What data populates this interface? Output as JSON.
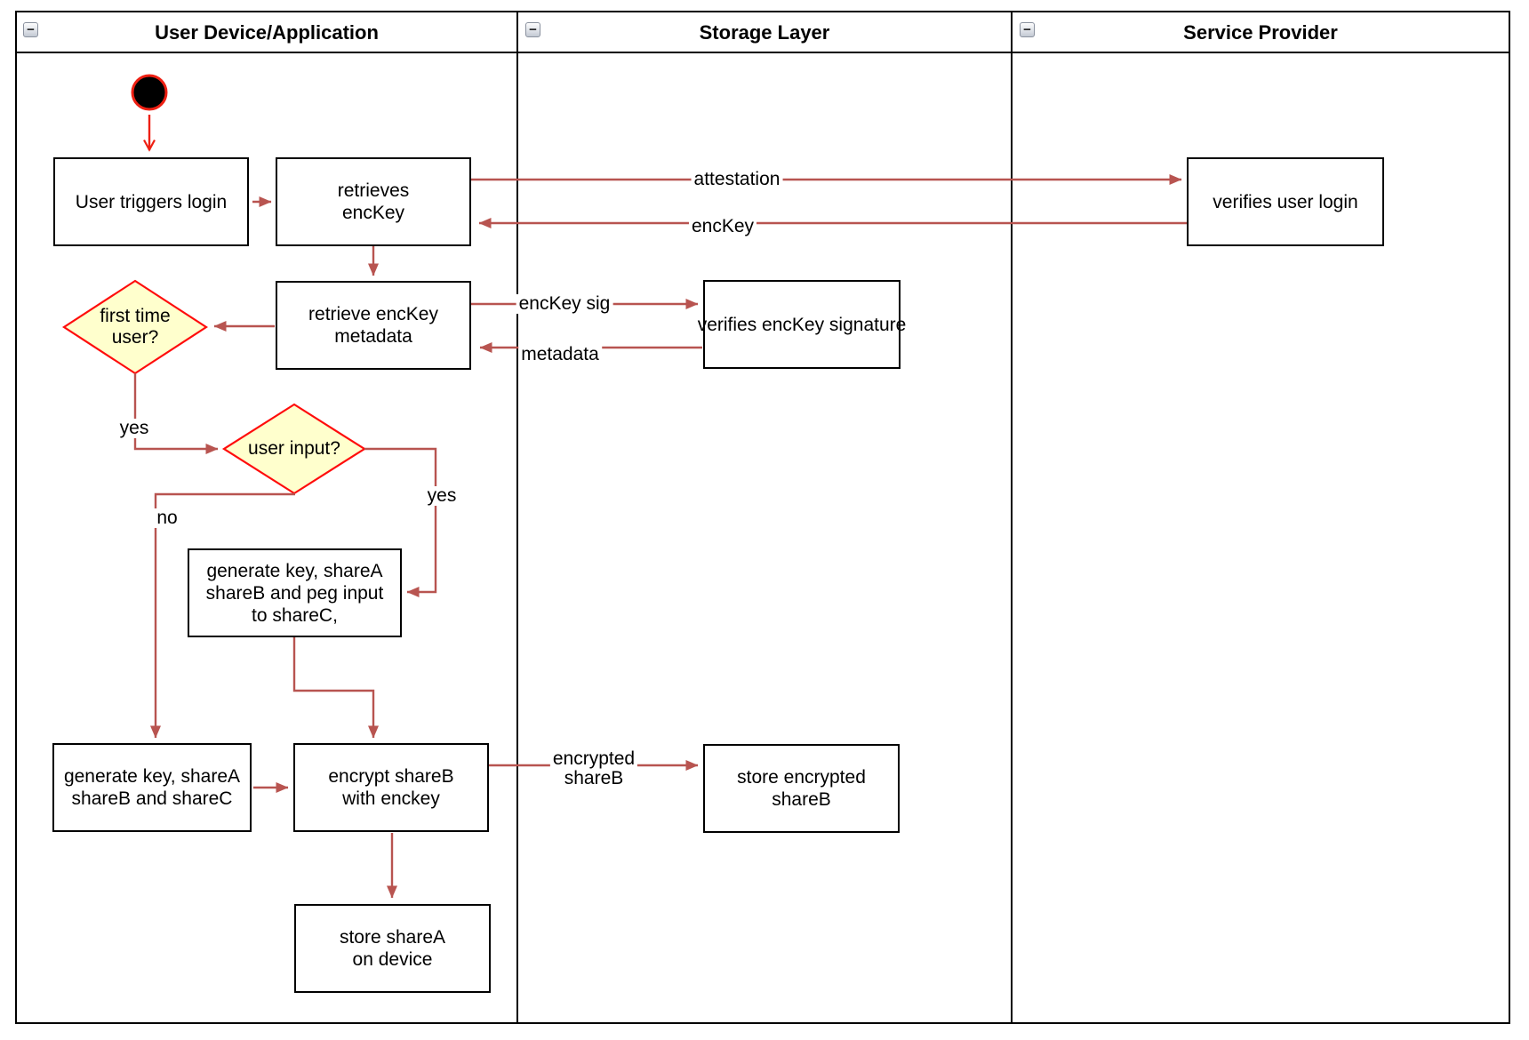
{
  "lanes": [
    {
      "title": "User Device/Application",
      "collapse_glyph": "−"
    },
    {
      "title": "Storage Layer",
      "collapse_glyph": "−"
    },
    {
      "title": "Service Provider",
      "collapse_glyph": "−"
    }
  ],
  "nodes": {
    "user_triggers_login": "User triggers login",
    "retrieves_enckey": "retrieves\nencKey",
    "verifies_user_login": "verifies user login",
    "retrieve_enckey_metadata": "retrieve encKey\nmetadata",
    "verifies_enckey_signature": "verifies encKey signature",
    "first_time_user": "first time\nuser?",
    "user_input": "user input?",
    "generate_key_peg": "generate key, shareA\nshareB and peg input\nto shareC,",
    "generate_key_abc": "generate key, shareA\nshareB and shareC",
    "encrypt_shareb": "encrypt shareB\nwith enckey",
    "store_encrypted_shareb": "store encrypted\nshareB",
    "store_sharea": "store shareA\non device"
  },
  "edge_labels": {
    "attestation": "attestation",
    "enckey": "encKey",
    "enckey_sig": "encKey sig",
    "metadata": "metadata",
    "yes_first_time": "yes",
    "yes_user_input": "yes",
    "no_user_input": "no",
    "encrypted_shareb": "encrypted\nshareB"
  },
  "colors": {
    "edge": "#b85450",
    "start_highlight": "#ee2013",
    "decision_fill": "#ffffcd",
    "decision_stroke": "#ff0c0c",
    "shape_stroke": "#000000",
    "shape_fill": "#ffffff"
  }
}
